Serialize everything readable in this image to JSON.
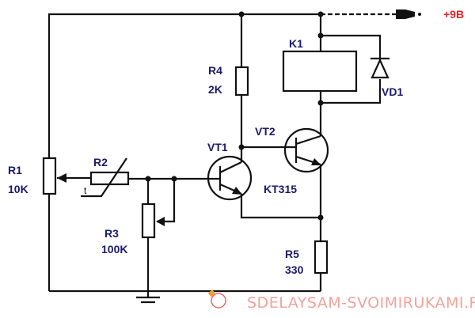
{
  "title": "Thermostat relay circuit",
  "power": {
    "label": "+9B",
    "color": "#e8202a"
  },
  "components": {
    "R1": {
      "name": "R1",
      "value": "10K"
    },
    "R2": {
      "name": "R2",
      "param": "t"
    },
    "R3": {
      "name": "R3",
      "value": "100K"
    },
    "R4": {
      "name": "R4",
      "value": "2K"
    },
    "R5": {
      "name": "R5",
      "value": "330"
    },
    "K1": {
      "name": "K1"
    },
    "VD1": {
      "name": "VD1"
    },
    "VT1": {
      "name": "VT1"
    },
    "VT2": {
      "name": "VT2"
    },
    "transistor_type": "KT315"
  },
  "watermark": "SDELAYSAM-SVOIMIRUKAMI.RU",
  "colors": {
    "labels": "#1a1a6e",
    "wires": "#111111",
    "watermark": "#f1a39a"
  }
}
